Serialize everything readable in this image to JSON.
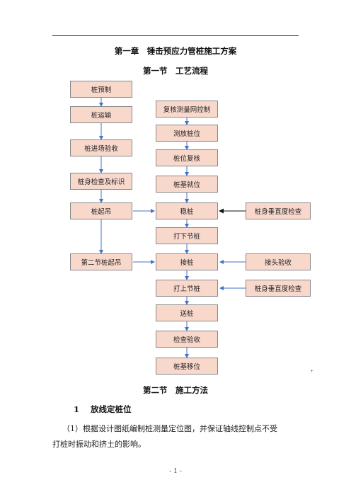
{
  "doc": {
    "chapter_title": "第一章　锤击预应力管桩施工方案",
    "section1_title": "第一节　工艺流程",
    "section2_title": "第二节　施工方法",
    "heading_num": "1",
    "heading_text": "放线定桩位",
    "para_line1": "（1）根据设计图纸编制桩测量定位图，并保证轴线控制点不受",
    "para_line2": "打桩时振动和挤土的影响。",
    "page_number": "- 1 -",
    "stray_mark": "+"
  },
  "flowchart": {
    "left_column": [
      "桩预制",
      "桩运输",
      "桩进场验收",
      "桩身检查及标识",
      "桩起吊",
      "第二节桩起吊"
    ],
    "center_column": [
      "复核测量网控制",
      "测放桩位",
      "桩位复核",
      "桩基就位",
      "稳桩",
      "打下节桩",
      "接桩",
      "打上节桩",
      "送桩",
      "检查验收",
      "桩基移位"
    ],
    "right_column": [
      "桩身垂直度检查",
      "接头验收",
      "桩身垂直度检查"
    ]
  }
}
